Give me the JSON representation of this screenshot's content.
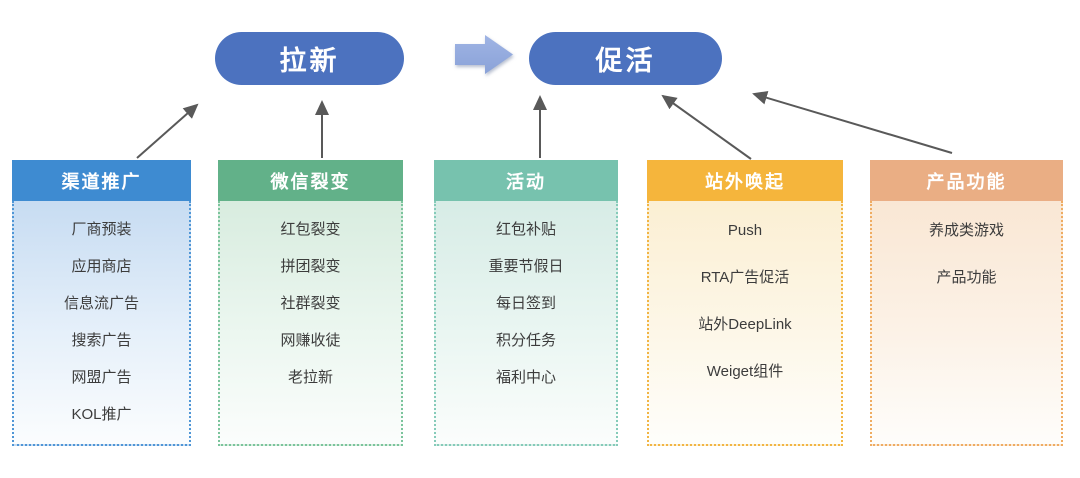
{
  "diagram": {
    "stages": [
      {
        "id": "acquisition",
        "label": "拉新"
      },
      {
        "id": "activation",
        "label": "促活"
      }
    ],
    "columns": [
      {
        "title": "渠道推广",
        "accent": "#3E8BD1",
        "feeds_stage": "拉新",
        "items": [
          "厂商预装",
          "应用商店",
          "信息流广告",
          "搜索广告",
          "网盟广告",
          "KOL推广"
        ]
      },
      {
        "title": "微信裂变",
        "accent": "#62B189",
        "feeds_stage": "拉新",
        "items": [
          "红包裂变",
          "拼团裂变",
          "社群裂变",
          "网赚收徒",
          "老拉新"
        ]
      },
      {
        "title": "活动",
        "accent": "#77C2AE",
        "feeds_stage": "促活",
        "items": [
          "红包补贴",
          "重要节假日",
          "每日签到",
          "积分任务",
          "福利中心"
        ]
      },
      {
        "title": "站外唤起",
        "accent": "#F5B53C",
        "feeds_stage": "促活",
        "items": [
          "Push",
          "RTA广告促活",
          "站外DeepLink",
          "Weiget组件"
        ]
      },
      {
        "title": "产品功能",
        "accent": "#EAAE84",
        "feeds_stage": "促活",
        "items": [
          "养成类游戏",
          "产品功能"
        ]
      }
    ],
    "colors": {
      "stage_pill": "#4C72BF",
      "flow_arrow": "#92A7DD",
      "connector_arrow": "#595959"
    }
  }
}
